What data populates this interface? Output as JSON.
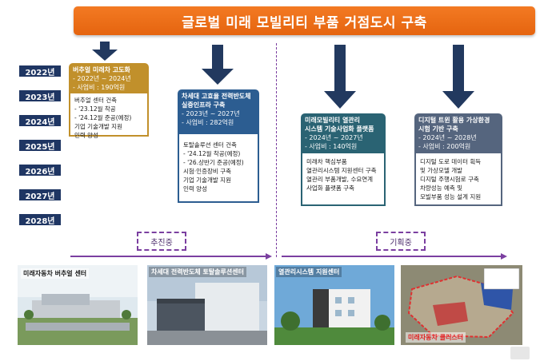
{
  "banner": {
    "title": "글로벌 미래 모빌리티 부품 거점도시 구축"
  },
  "years": [
    "2022년",
    "2023년",
    "2024년",
    "2025년",
    "2026년",
    "2027년",
    "2028년"
  ],
  "statuses": {
    "in_progress": "추진중",
    "planned": "기획중"
  },
  "projects": [
    {
      "header": [
        "버추얼 미래차 고도화",
        "- 2022년 ~ 2024년",
        "- 사업비 : 190억원"
      ],
      "body": [
        "버추얼 센터 건축",
        "- '23.12월 착공",
        "- '24.12월 준공(예정)",
        "기업 기술개발 지원",
        "인력 양성"
      ],
      "color": "#c1902b"
    },
    {
      "header": [
        "차세대 고효율 전력반도체",
        "실증인프라 구축",
        "- 2023년 ~ 2027년",
        "- 사업비 : 282억원"
      ],
      "body": [
        "토탈솔루션 센터 건축",
        "- '24.12월 착공(예정)",
        "- '26.상반기 준공(예정)",
        "시험·인증장비 구축",
        "기업 기술개발 지원",
        "인력 양성"
      ],
      "color": "#2c5d91"
    },
    {
      "header": [
        "미래모빌리티 열관리",
        "시스템 기술사업화 플랫폼",
        "- 2024년 ~ 2027년",
        "- 사업비 : 140억원"
      ],
      "body": [
        "미래차 핵심부품",
        "열관리시스템 지원센터 구축",
        "열관리 부품개발, 수요연계",
        "사업화 플랫폼 구축"
      ],
      "color": "#2a6373"
    },
    {
      "header": [
        "디지털 트윈 활용 가상환경",
        "시험 기반 구축",
        "- 2024년 ~ 2028년",
        "- 사업비 : 200억원"
      ],
      "body": [
        "디지털 도로 데이터 획득",
        "및 가상모델 개발",
        "디지털 주행시험로 구축",
        "차량성능 예측 및",
        "모빌부품 성능 설계 지원"
      ],
      "color": "#55657e"
    }
  ],
  "photos": [
    {
      "caption": "미래자동차 버추얼 센터",
      "sub": ""
    },
    {
      "caption": "차세대 전력반도체 토탈솔루션센터",
      "sub": ""
    },
    {
      "caption": "열관리시스템 지원센터",
      "sub": ""
    },
    {
      "caption": "미래자동차 클러스터",
      "sub": ""
    }
  ],
  "colors": {
    "banner": "#ef7020",
    "timeline": "#7b3fa0",
    "year_bg": "#1f3663",
    "arrow": "#22395f"
  }
}
